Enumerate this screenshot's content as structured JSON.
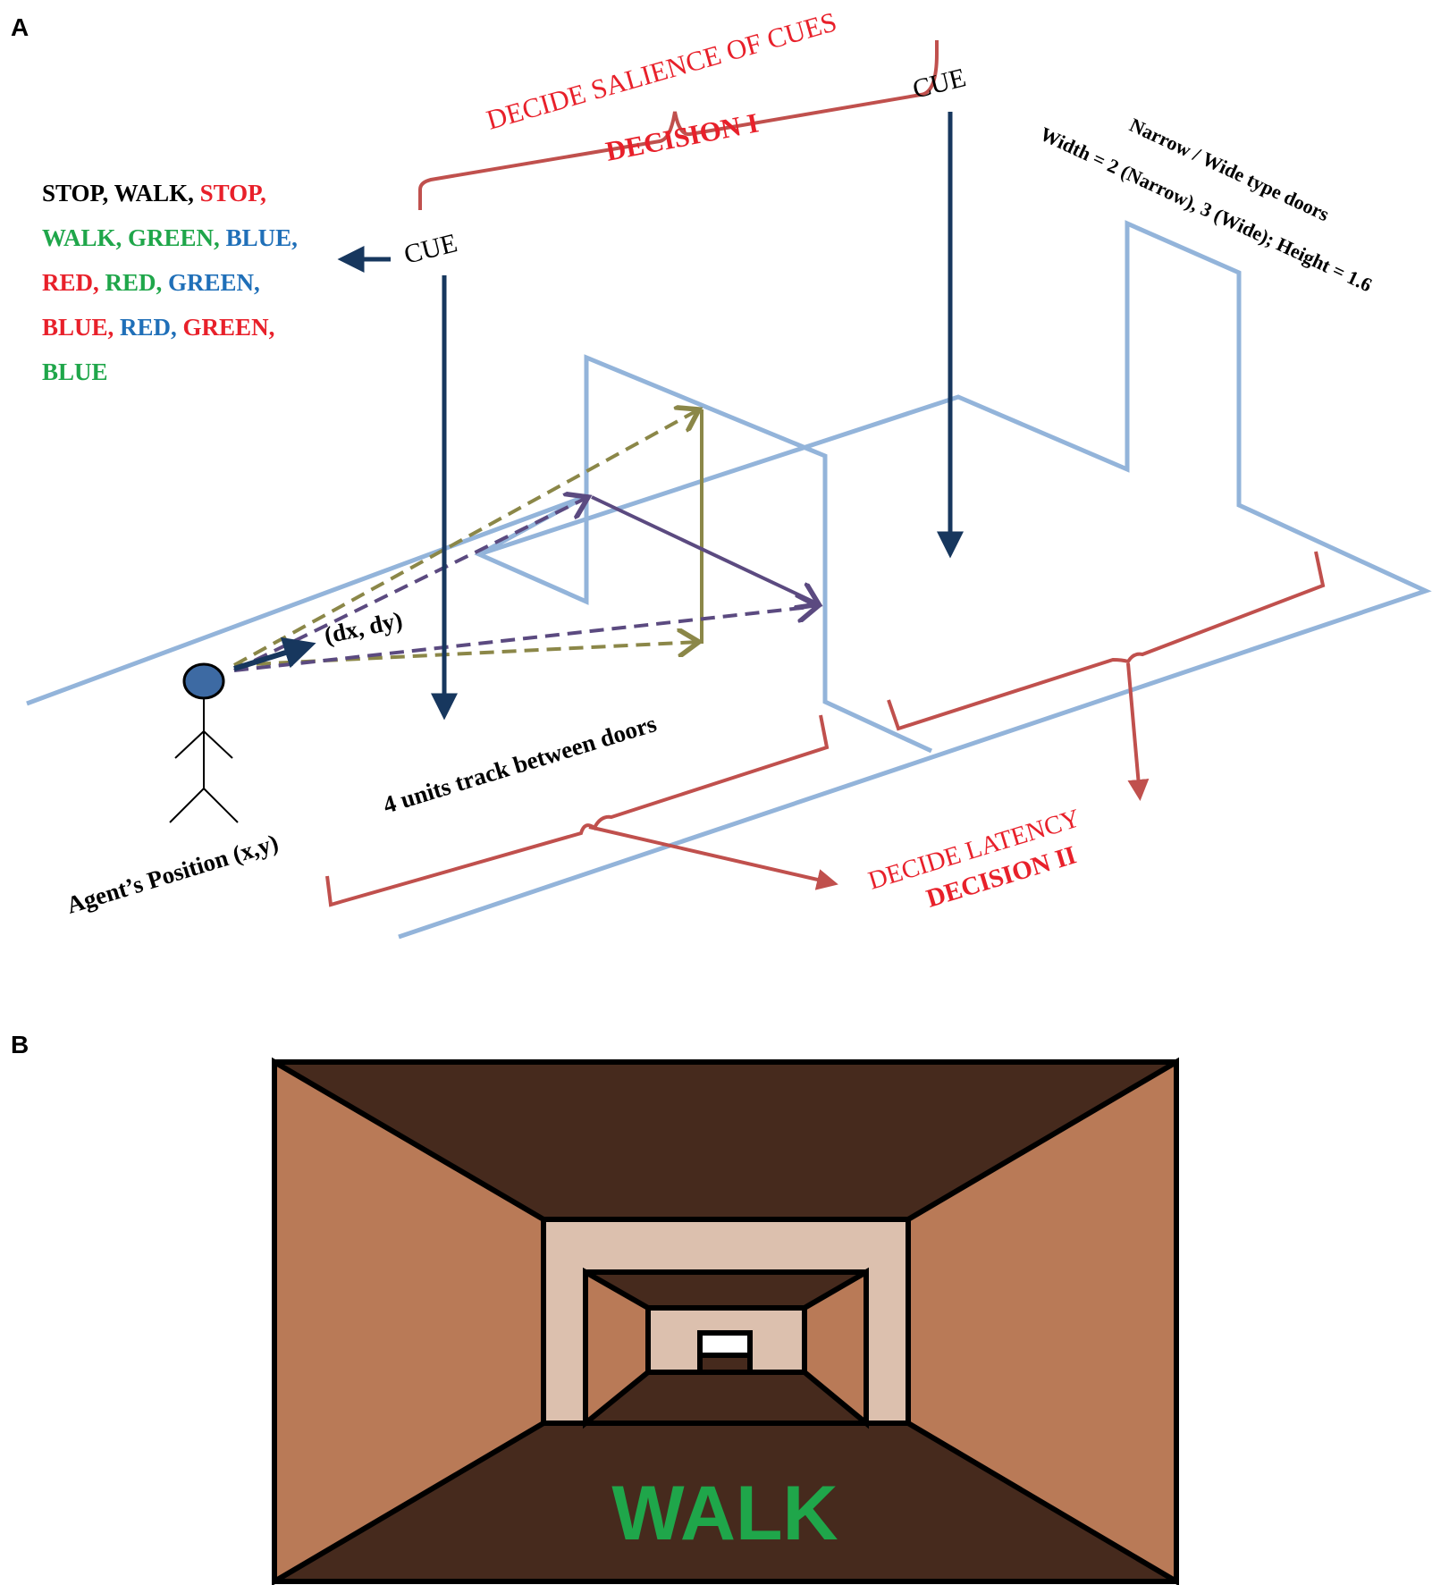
{
  "panel_a": {
    "label": "A",
    "decision_one": {
      "title": "DECIDE SALIENCE OF CUES",
      "subtitle": "DECISION I"
    },
    "cue_left": "CUE",
    "cue_right": "CUE",
    "door_spec": {
      "line1": "Narrow / Wide type doors",
      "line2": "Width = 2 (Narrow), 3 (Wide); Height = 1.6"
    },
    "cue_sequence": [
      [
        {
          "text": "STOP,",
          "color": "#000000"
        },
        {
          "text": "WALK,",
          "color": "#000000"
        },
        {
          "text": "STOP,",
          "color": "#e8202a"
        }
      ],
      [
        {
          "text": "WALK,",
          "color": "#1fa64a"
        },
        {
          "text": "GREEN,",
          "color": "#1fa64a"
        },
        {
          "text": "BLUE,",
          "color": "#1f6fb8"
        }
      ],
      [
        {
          "text": "RED,",
          "color": "#e8202a"
        },
        {
          "text": "RED,",
          "color": "#1fa64a"
        },
        {
          "text": "GREEN,",
          "color": "#1f6fb8"
        }
      ],
      [
        {
          "text": "BLUE,",
          "color": "#e8202a"
        },
        {
          "text": "RED,",
          "color": "#1f6fb8"
        },
        {
          "text": "GREEN,",
          "color": "#e8202a"
        }
      ],
      [
        {
          "text": "BLUE",
          "color": "#1fa64a"
        }
      ]
    ],
    "velocity_label": "(dx, dy)",
    "agent_label": "Agent’s Position (x,y)",
    "track_label": "4 units track between doors",
    "decision_two": {
      "title": "DECIDE LATENCY",
      "subtitle": "DECISION II"
    },
    "colors": {
      "corridor": "#93b4da",
      "bracket": "#c0504d",
      "decision_text": "#e8202a",
      "cue_arrow": "#17375e",
      "olive": "#8b8748",
      "purple": "#5b4a80",
      "agent_head": "#3d6aa3"
    }
  },
  "panel_b": {
    "label": "B",
    "cue_word": "WALK",
    "colors": {
      "ceiling_floor": "#462a1d",
      "side_wall": "#b97a57",
      "door_frame": "#dcc0ae",
      "cue_word": "#1fa64a",
      "light": "#ffffff"
    }
  }
}
